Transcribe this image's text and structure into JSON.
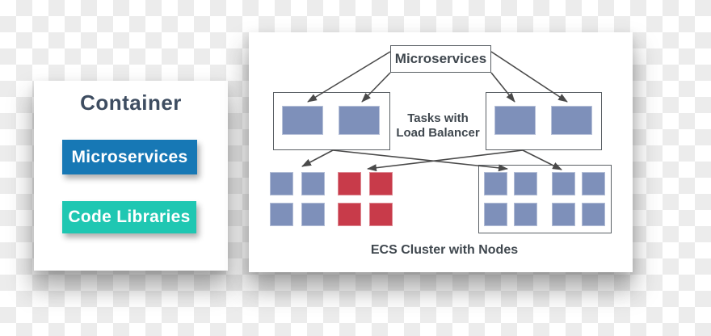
{
  "colors": {
    "checker_gray": "#ececec",
    "card_white": "#ffffff",
    "title_text": "#3e4d61",
    "button_blue": "#1778b5",
    "button_teal": "#1fc7b2",
    "node_blue": "#7e90ba",
    "node_red": "#c83b4a",
    "line_dark": "#4a4a4a",
    "diagram_text": "#3f474e"
  },
  "left_card": {
    "title": "Container",
    "buttons": [
      {
        "label": "Microservices"
      },
      {
        "label": "Code Libraries"
      }
    ]
  },
  "diagram": {
    "microservices_label": "Microservices",
    "tasks_line1": "Tasks with",
    "tasks_line2": "Load Balancer",
    "cluster_label": "ECS Cluster with Nodes",
    "node_groups": [
      {
        "name": "cluster-blue",
        "rows": 2,
        "cols": 2,
        "color": "blue"
      },
      {
        "name": "cluster-red",
        "rows": 2,
        "cols": 2,
        "color": "red"
      },
      {
        "name": "right-pair-1",
        "rows": 2,
        "cols": 2,
        "color": "blue"
      },
      {
        "name": "right-pair-2",
        "rows": 2,
        "cols": 2,
        "color": "blue"
      }
    ]
  }
}
